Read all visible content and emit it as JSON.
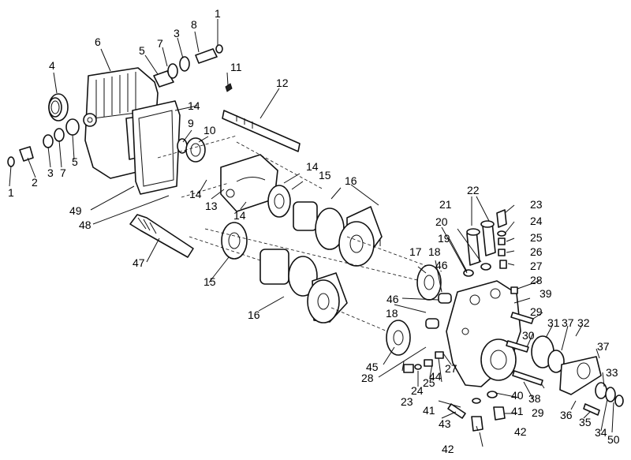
{
  "labels": [
    "1",
    "2",
    "3",
    "4",
    "5",
    "6",
    "7",
    "8",
    "9",
    "10",
    "11",
    "12",
    "13",
    "14",
    "15",
    "16",
    "17",
    "18",
    "19",
    "20",
    "21",
    "22",
    "23",
    "24",
    "25",
    "26",
    "27",
    "28",
    "29",
    "30",
    "31",
    "32",
    "33",
    "34",
    "35",
    "36",
    "37",
    "38",
    "39",
    "40",
    "41",
    "42",
    "43",
    "44",
    "45",
    "46",
    "47",
    "48",
    "49",
    "50"
  ]
}
